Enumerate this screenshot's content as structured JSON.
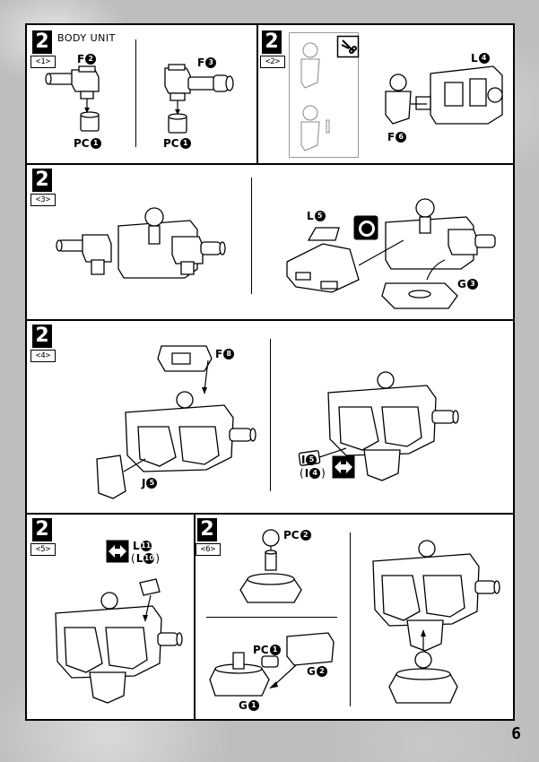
{
  "page": {
    "number": "6"
  },
  "section": {
    "title": "BODY UNIT"
  },
  "steps": [
    {
      "num": "2",
      "sub": "<1>"
    },
    {
      "num": "2",
      "sub": "<2>"
    },
    {
      "num": "2",
      "sub": "<3>"
    },
    {
      "num": "2",
      "sub": "<4>"
    },
    {
      "num": "2",
      "sub": "<5>"
    },
    {
      "num": "2",
      "sub": "<6>"
    }
  ],
  "parts": {
    "s1": [
      {
        "letter": "F",
        "n": "2"
      },
      {
        "letter": "PC",
        "n": "1"
      },
      {
        "letter": "F",
        "n": "3"
      },
      {
        "letter": "PC",
        "n": "1"
      }
    ],
    "s2": [
      {
        "letter": "L",
        "n": "4"
      },
      {
        "letter": "F",
        "n": "6"
      }
    ],
    "s3": [
      {
        "letter": "L",
        "n": "5"
      },
      {
        "letter": "G",
        "n": "3"
      }
    ],
    "s4": [
      {
        "letter": "F",
        "n": "8"
      },
      {
        "letter": "J",
        "n": "5"
      },
      {
        "letter": "I",
        "n": "5"
      },
      {
        "letter": "I",
        "n": "4"
      }
    ],
    "s5": [
      {
        "letter": "L",
        "n": "11"
      },
      {
        "letter": "L",
        "n": "10"
      }
    ],
    "s6": [
      {
        "letter": "PC",
        "n": "2"
      },
      {
        "letter": "PC",
        "n": "1"
      },
      {
        "letter": "G",
        "n": "2"
      },
      {
        "letter": "G",
        "n": "1"
      }
    ]
  },
  "icons": {
    "cutter": "nipper-cut-icon",
    "mirror": "symmetric-parts-icon",
    "paint": "black-paint-icon"
  }
}
